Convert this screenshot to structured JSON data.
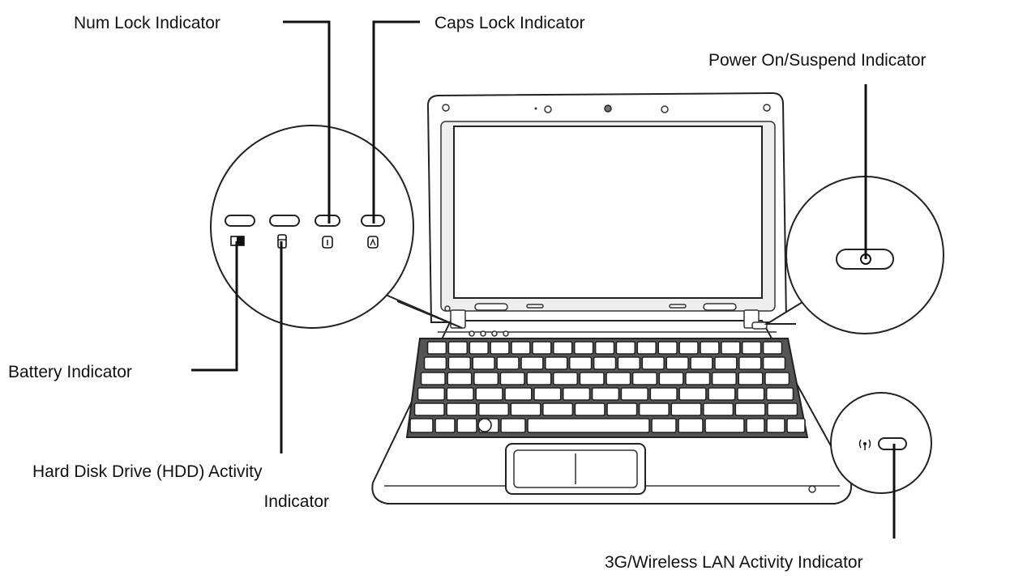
{
  "labels": {
    "num_lock": "Num Lock Indicator",
    "caps_lock": "Caps Lock Indicator",
    "power": "Power On/Suspend Indicator",
    "battery": "Battery Indicator",
    "hdd_line1": "Hard Disk Drive (HDD) Activity",
    "hdd_line2": "Indicator",
    "wireless": "3G/Wireless LAN Activity Indicator"
  },
  "icons": {
    "battery": "battery-icon",
    "hdd": "hdd-icon",
    "num_lock": "num-lock-icon",
    "caps_lock": "caps-lock-icon",
    "power": "power-icon",
    "wireless": "wireless-signal-icon"
  },
  "colors": {
    "line": "#111111",
    "outline": "#222222",
    "background": "#ffffff"
  }
}
